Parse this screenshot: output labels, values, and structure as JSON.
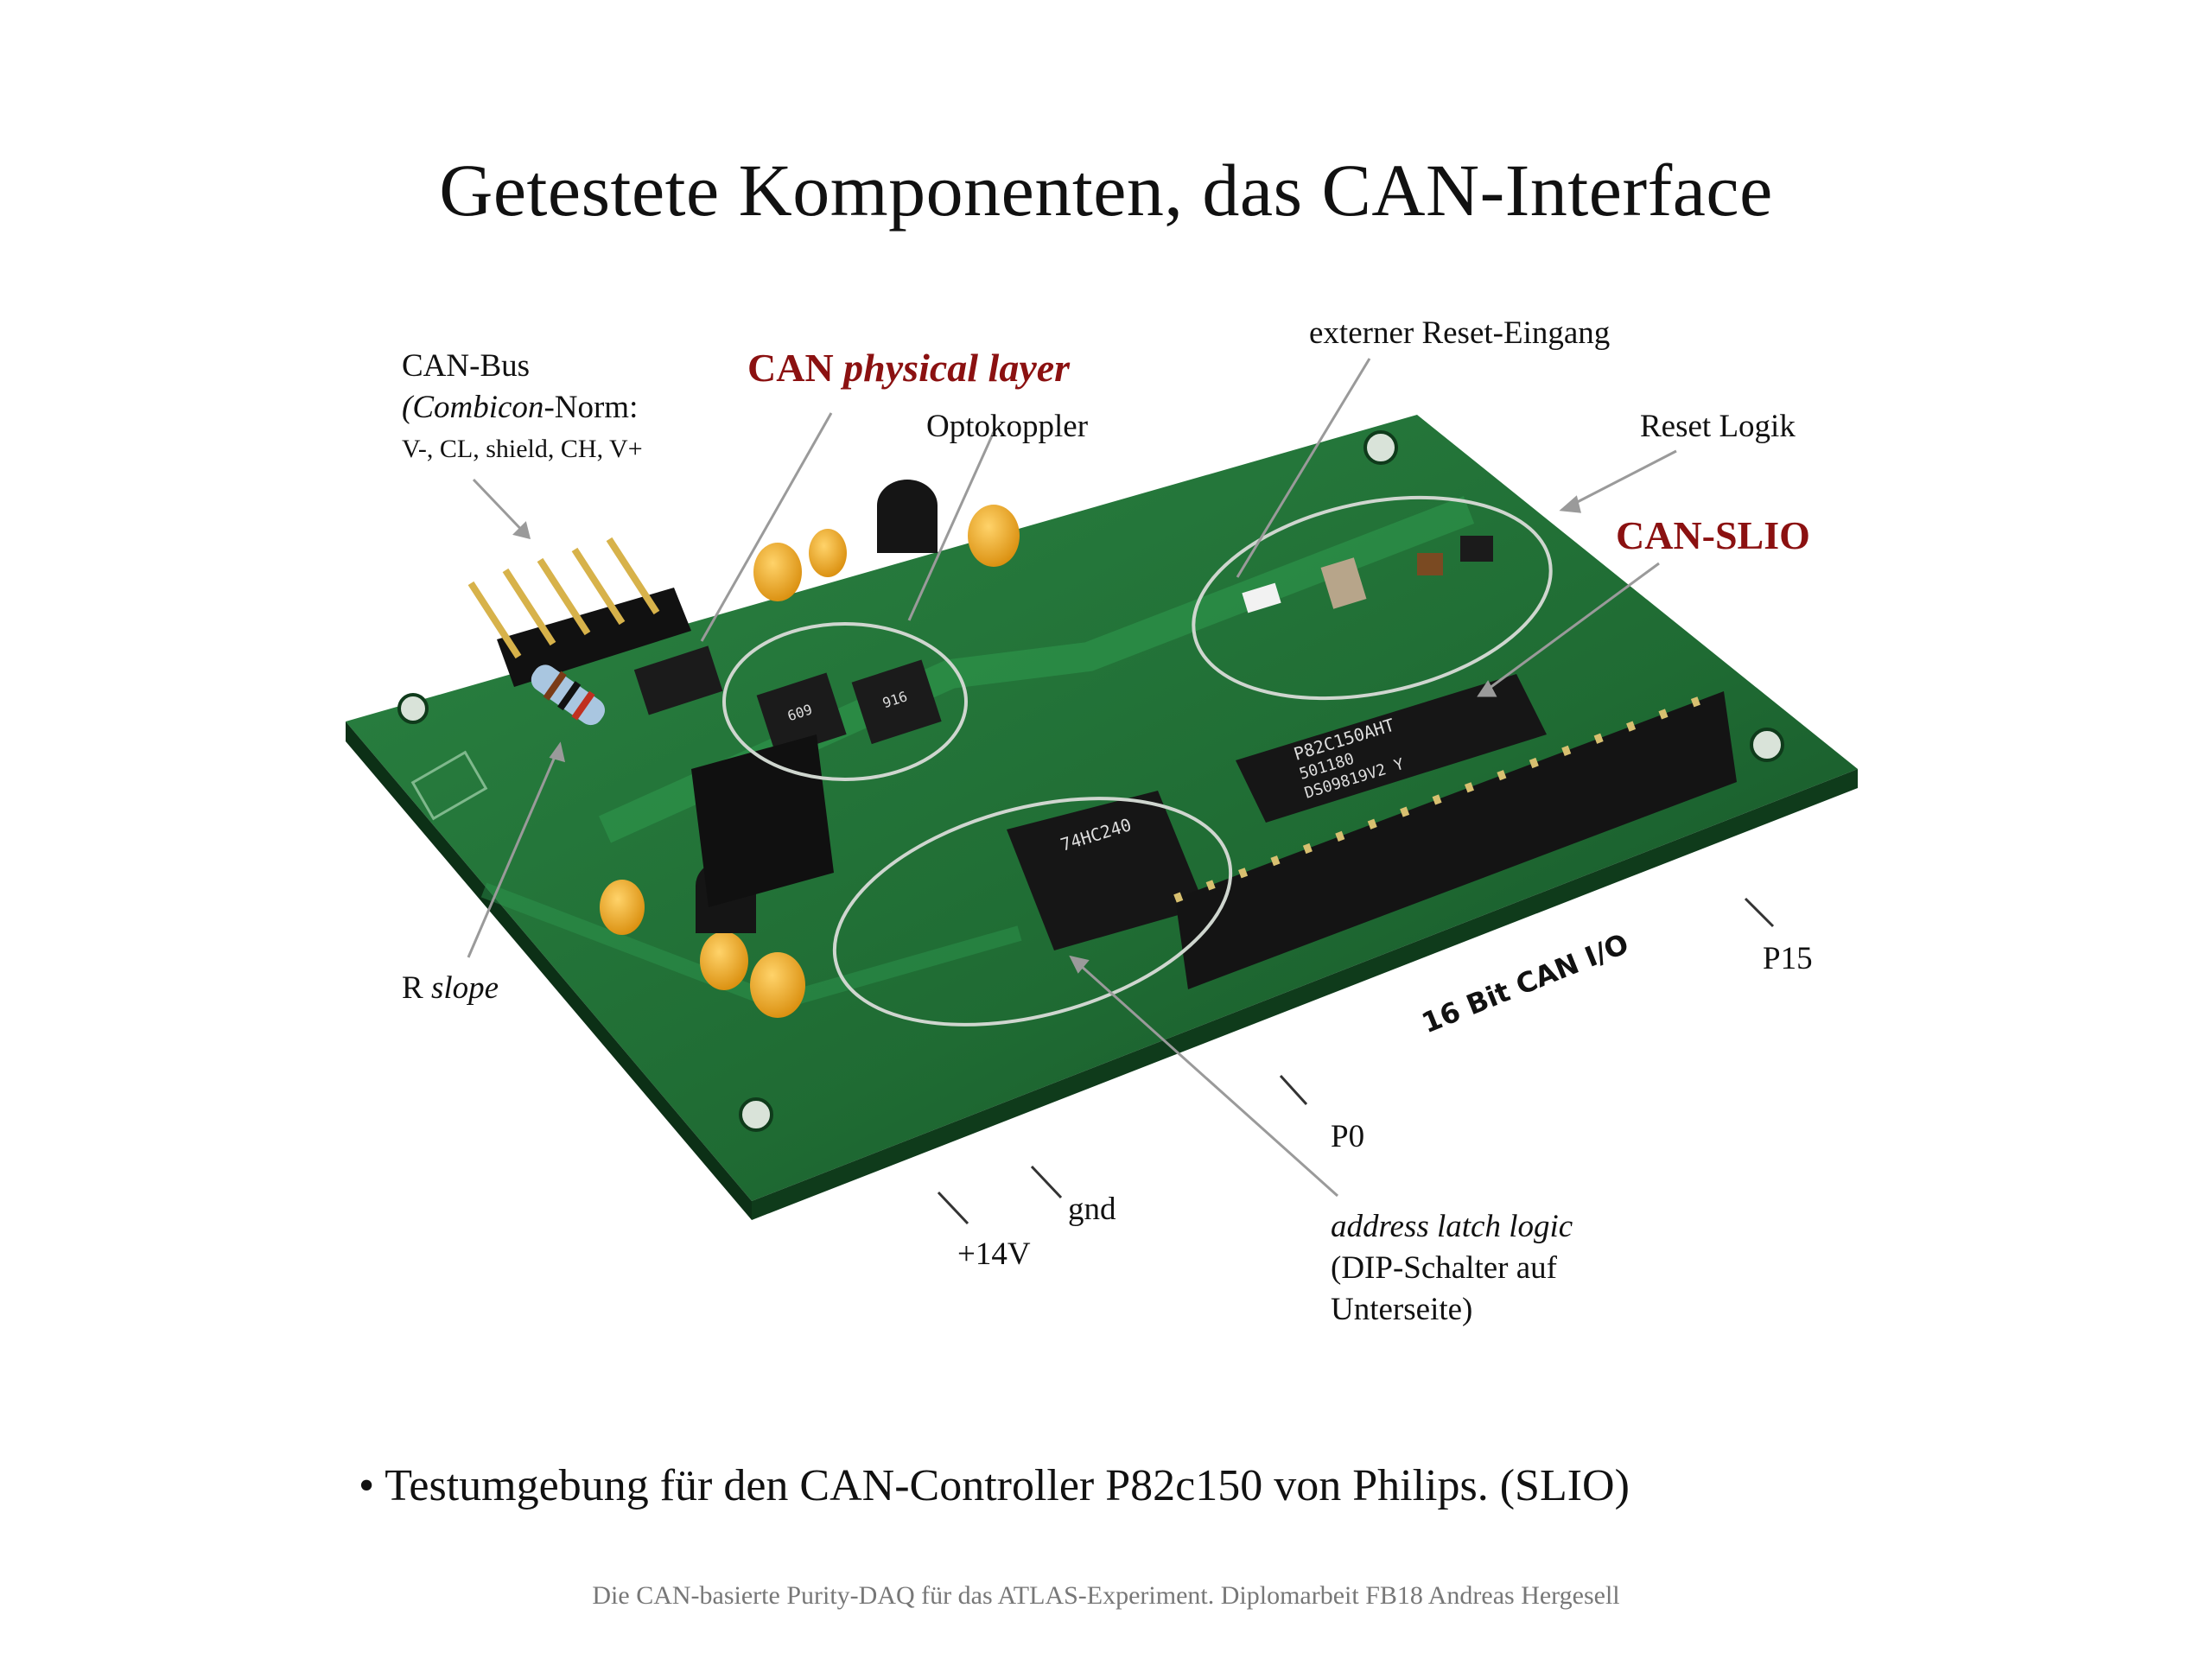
{
  "title": "Getestete Komponenten, das CAN-Interface",
  "labels": {
    "can_bus_1": "CAN-Bus",
    "can_bus_2_italic": "(Combicon",
    "can_bus_2_rest": "-Norm:",
    "can_bus_3": "V-, CL, shield, CH, V+",
    "physical_plain": "CAN ",
    "physical_italic": "physical layer",
    "optokoppler": "Optokoppler",
    "reset_input": "externer Reset-Eingang",
    "reset_logic": "Reset Logik",
    "can_slio": "CAN-SLIO",
    "r_plain": "R ",
    "r_italic": "slope",
    "p15": "P15",
    "p0": "P0",
    "gnd": "gnd",
    "v14": "+14V",
    "addr_italic": "address latch logic",
    "addr_2": "(DIP-Schalter auf",
    "addr_3": "Unterseite)",
    "io_band": "16 Bit CAN I/O"
  },
  "chips": {
    "slio": "P82C150AHT",
    "slio_2": "501180",
    "slio_3": "DS09819V2 Y",
    "latch": "74HC240",
    "opto_1": "609",
    "opto_2": "916"
  },
  "bullet": "• Testumgebung für den CAN-Controller P82c150 von Philips. (SLIO)",
  "footer": "Die CAN-basierte Purity-DAQ für das ATLAS-Experiment. Diplomarbeit FB18 Andreas Hergesell",
  "colors": {
    "pcb": "#1f6b33",
    "pcb_dark": "#0f3b1b",
    "accent_label": "#8b1111",
    "capacitor": "#f0a81c"
  }
}
